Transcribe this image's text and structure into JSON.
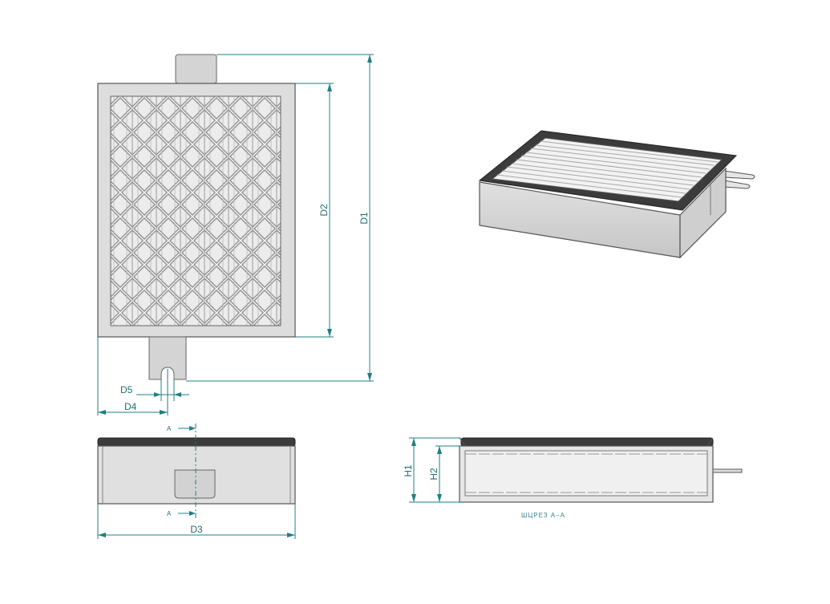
{
  "dimensions": {
    "d1": "D1",
    "d2": "D2",
    "d3": "D3",
    "d4": "D4",
    "d5": "D5",
    "h1": "H1",
    "h2": "H2"
  },
  "section_marker": "A",
  "section_caption": "ШЦРЕЗ А–А",
  "colors": {
    "dimension": "#1f7f86",
    "frame_fill": "#dcdcdc",
    "frame_stroke": "#555555",
    "seal": "#3c3c3c"
  }
}
